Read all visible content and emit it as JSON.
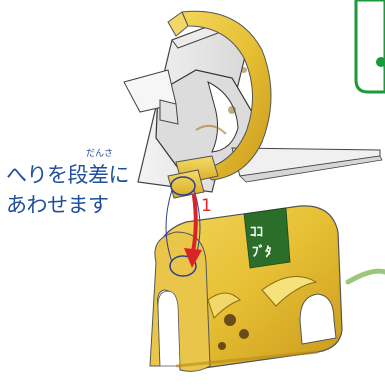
{
  "instruction": {
    "ruby": "だんさ",
    "line1": "へりを段差に",
    "line2": "あわせます"
  },
  "step": {
    "number": "1"
  },
  "colors": {
    "instruction_text": "#1f4f9c",
    "arrow": "#d9232a",
    "paper_yellow": "#e8c33a",
    "panel_border": "#1a9a3a",
    "guide_circle": "#2b3f8f"
  },
  "illustration": {
    "top_part": "paper-ring-piece",
    "bottom_part": "paper-tunnel-piece",
    "corner_panel": "green-bordered-panel",
    "curve_hint": "green-curve"
  }
}
